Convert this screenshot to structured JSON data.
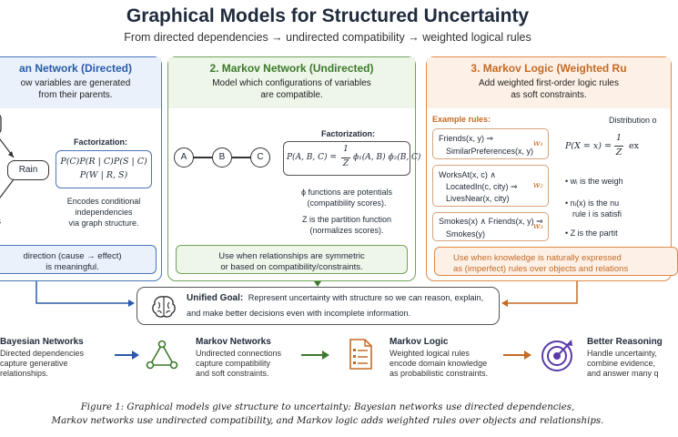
{
  "title": "Graphical Models for Structured Uncertainty",
  "subtitle": "From directed dependencies → undirected compatibility → weighted logical rules",
  "panels": {
    "bayes": {
      "title": "an Network (Directed)",
      "desc1": "ow variables are generated",
      "desc2": "from their parents.",
      "factorization_label": "Factorization:",
      "formula1": "P(C)P(R | C)P(S | C)",
      "formula2": "P(W | R, S)",
      "node_rain": "Rain",
      "node_ss": "ss",
      "encodes1": "Encodes conditional",
      "encodes2": "independencies",
      "encodes3": "via graph structure.",
      "note1": "direction (cause → effect)",
      "note2": "is meaningful."
    },
    "markov": {
      "title": "2. Markov Network (Undirected)",
      "desc1": "Model which configurations of variables",
      "desc2": "are compatible.",
      "node_a": "A",
      "node_b": "B",
      "node_c": "C",
      "factorization_label": "Factorization:",
      "formula_lhs": "P(A, B, C) =",
      "formula_num": "1",
      "formula_den": "Z",
      "formula_rhs": "ϕ₁(A, B) ϕ₂(B, C)",
      "phi1": "ϕ functions are potentials",
      "phi2": "(compatibility scores).",
      "z1": "Z is the partition function",
      "z2": "(normalizes scores).",
      "note1": "Use when relationships are symmetric",
      "note2": "or based on compatibility/constraints."
    },
    "logic": {
      "title": "3. Markov Logic  (Weighted Ru",
      "desc1": "Add weighted first-order logic rules",
      "desc2": "as soft constraints.",
      "example_label": "Example rules:",
      "rule1_l1": "Friends(x, y) ⇒",
      "rule1_l2": "SimilarPreferences(x, y)",
      "rule1_w": "w₁",
      "rule2_l1": "WorksAt(x, c) ∧",
      "rule2_l2": "LocatedIn(c, city) ⇒",
      "rule2_l3": "LivesNear(x, city)",
      "rule2_w": "w₂",
      "rule3_l1": "Smokes(x) ∧ Friends(x, y) ⇒",
      "rule3_l2": "Smokes(y)",
      "rule3_w": "w₃",
      "dist_label": "Distribution o",
      "dist_formula_lhs": "P(X = x) =",
      "dist_num": "1",
      "dist_den": "Z",
      "dist_rhs": "ex",
      "bullet1": "wᵢ is the weigh",
      "bullet2a": "nᵢ(x) is the nu",
      "bullet2b": "rule i is satisfi",
      "bullet3": "Z is the partit",
      "note1": "Use when knowledge is naturally expressed",
      "note2": "as (imperfect) rules over objects and relations"
    }
  },
  "goal": {
    "label": "Unified Goal:",
    "text1": "Represent uncertainty with structure so we can reason, explain,",
    "text2": "and make better decisions even with incomplete information."
  },
  "bottom": [
    {
      "title": "Bayesian Networks",
      "desc1": "Directed dependencies",
      "desc2": "capture generative",
      "desc3": "relationships."
    },
    {
      "title": "Markov Networks",
      "desc1": "Undirected connections",
      "desc2": "capture compatibility",
      "desc3": "and soft constraints."
    },
    {
      "title": "Markov Logic",
      "desc1": "Weighted logical rules",
      "desc2": "encode domain knowledge",
      "desc3": "as probabilistic constraints."
    },
    {
      "title": "Better Reasoning",
      "desc1": "Handle uncertainty,",
      "desc2": "combine evidence,",
      "desc3": "and answer many q"
    }
  ],
  "caption": {
    "line1": "Figure 1: Graphical models give structure to uncertainty: Bayesian networks use directed dependencies,",
    "line2": "Markov networks use undirected compatibility, and Markov logic adds weighted rules over objects and relationships."
  },
  "colors": {
    "blue": "#2a5ba8",
    "green": "#3d7a2c",
    "orange": "#c56a24",
    "purple": "#5b3aa8"
  }
}
